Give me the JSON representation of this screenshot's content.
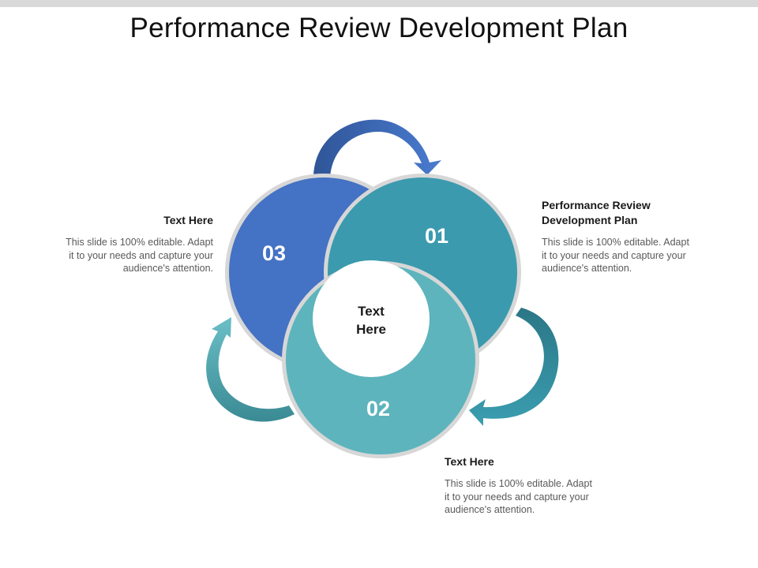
{
  "title": "Performance Review Development Plan",
  "center_label": [
    "Text",
    "Here"
  ],
  "circles": [
    {
      "number": "01",
      "color": "#3b9aae"
    },
    {
      "number": "02",
      "color": "#5db4bc"
    },
    {
      "number": "03",
      "color": "#4472c4"
    }
  ],
  "arrow_colors": {
    "top": "#4472c4",
    "right": "#2e8595",
    "left": "#5aa9b3"
  },
  "callouts": {
    "right": {
      "heading": [
        "Performance Review",
        "Development Plan"
      ],
      "body": [
        "This slide is 100% editable. Adapt",
        "it to your needs and capture your",
        "audience's attention."
      ]
    },
    "left": {
      "heading": [
        "Text Here"
      ],
      "body": [
        "This slide is 100% editable. Adapt",
        "it to your needs and capture your",
        "audience's attention."
      ]
    },
    "bottom": {
      "heading": [
        "Text Here"
      ],
      "body": [
        "This slide is 100% editable. Adapt",
        "it to your needs and capture your",
        "audience's attention."
      ]
    }
  }
}
